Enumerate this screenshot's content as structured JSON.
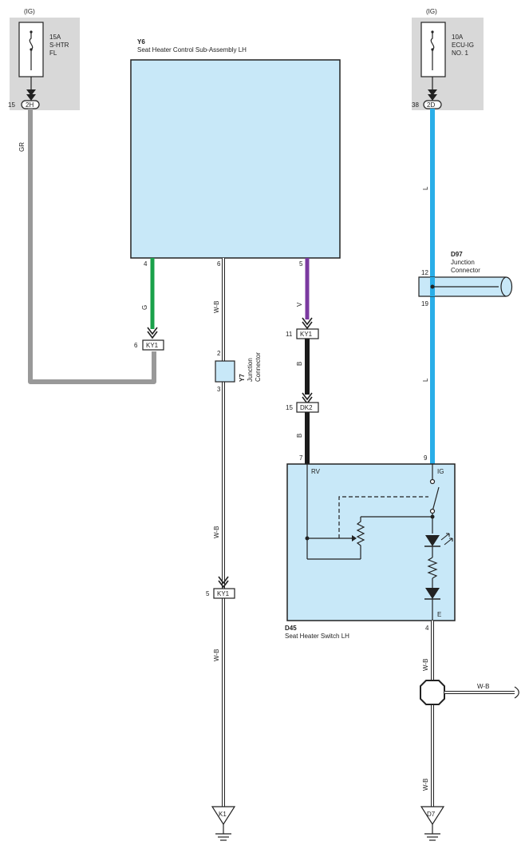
{
  "fuse_left": {
    "supply": "(IG)",
    "amp": "15A",
    "name1": "S-HTR",
    "name2": "FL",
    "pin": "15",
    "connector": "2H"
  },
  "fuse_right": {
    "supply": "(IG)",
    "amp": "10A",
    "name1": "ECU-IG",
    "name2": "NO. 1",
    "pin": "38",
    "connector": "2D"
  },
  "y6": {
    "id": "Y6",
    "name": "Seat Heater Control Sub-Assembly LH",
    "pin_g": "4",
    "pin_wb": "6",
    "pin_v": "5"
  },
  "wires": {
    "gr": "GR",
    "g": "G",
    "wb": "W-B",
    "v": "V",
    "b": "B",
    "l": "L"
  },
  "ky1": {
    "label": "KY1",
    "pin_g": "6",
    "pin_v": "11",
    "pin_wb": "5"
  },
  "y7": {
    "id": "Y7",
    "line1": "Junction",
    "line2": "Connector",
    "pin_in": "2",
    "pin_out": "3"
  },
  "dk2": {
    "label": "DK2",
    "pin": "15"
  },
  "d97": {
    "id": "D97",
    "line1": "Junction",
    "line2": "Connector",
    "pin_in": "12",
    "pin_out": "19"
  },
  "d45": {
    "id": "D45",
    "name": "Seat Heater Switch LH",
    "pin_rv": "7",
    "pin_ig": "9",
    "pin_e": "4",
    "term_rv": "RV",
    "term_ig": "IG",
    "term_e": "E"
  },
  "grounds": {
    "left": "K1",
    "right": "D7"
  },
  "colors": {
    "box_fill": "#c8e8f8",
    "fuse_bg": "#d8d8d8",
    "wire_gray": "#999999",
    "wire_green": "#1aa14a",
    "wire_violet": "#7b3aa0",
    "wire_black": "#1a1a1a",
    "wire_blue": "#2aaee8"
  }
}
